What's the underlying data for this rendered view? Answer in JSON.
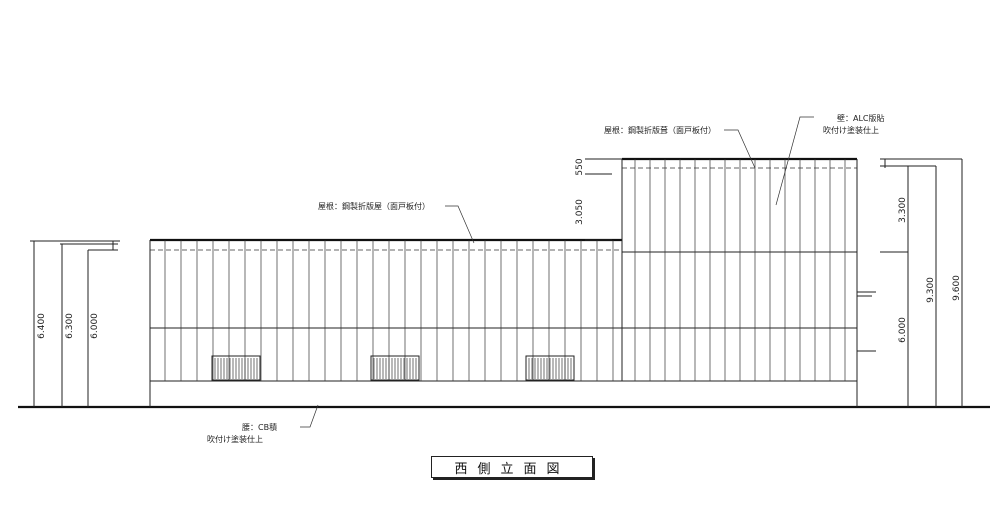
{
  "drawing": {
    "title": "西側立面図",
    "notes": {
      "roof_left": "屋根：鋼製折版屋（面戸板付）",
      "roof_right": "屋根：鋼製折版葺（面戸板付）",
      "wall_line1": "壁：ALC版貼",
      "wall_line2": "吹付け塗装仕上",
      "base_line1": "腰：CB積",
      "base_line2": "吹付け塗装仕上"
    },
    "dimensions": {
      "left_6400": "6.400",
      "left_6300": "6.300",
      "left_6000": "6.000",
      "center_550": "550",
      "center_3050": "3.050",
      "right_3300": "3.300",
      "right_6000": "6.000",
      "right_9300": "9.300",
      "right_9600": "9.600"
    }
  }
}
